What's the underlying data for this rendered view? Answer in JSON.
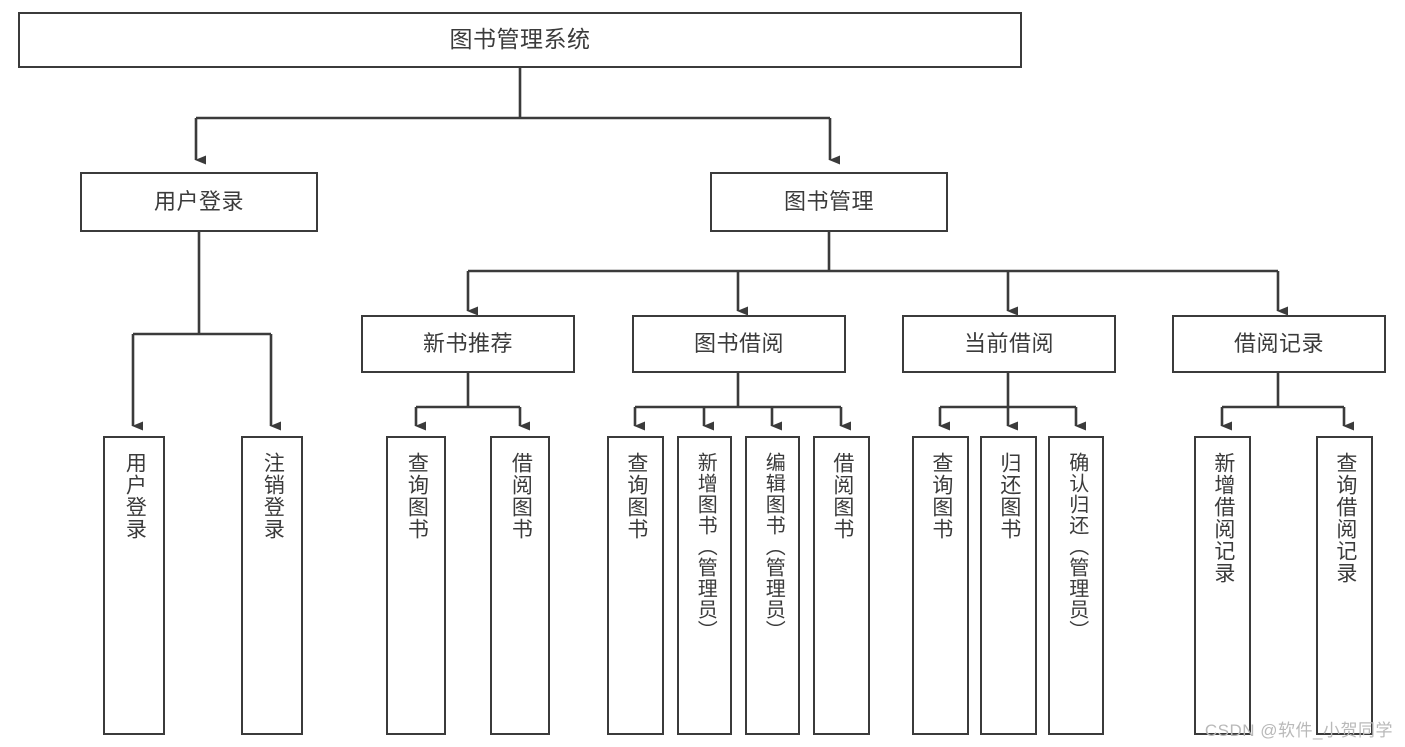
{
  "diagram": {
    "title": "图书管理系统",
    "type": "hierarchy-tree",
    "orientation": "top-down",
    "colors": {
      "stroke": "#3b3b3b",
      "fill": "#ffffff",
      "text": "#3b3b3b",
      "watermark": "#b9b9b9",
      "background": "#ffffff"
    },
    "watermark": "CSDN @软件_小贺同学"
  },
  "nodes": {
    "root": {
      "label": "图书管理系统",
      "level": 1
    },
    "level2": [
      {
        "id": "user-login",
        "label": "用户登录",
        "level": 2
      },
      {
        "id": "book-manage",
        "label": "图书管理",
        "level": 2
      }
    ],
    "level3": [
      {
        "id": "new-book-recommend",
        "label": "新书推荐",
        "level": 3,
        "parent": "book-manage"
      },
      {
        "id": "book-borrow",
        "label": "图书借阅",
        "level": 3,
        "parent": "book-manage"
      },
      {
        "id": "current-borrow",
        "label": "当前借阅",
        "level": 3,
        "parent": "book-manage"
      },
      {
        "id": "borrow-record",
        "label": "借阅记录",
        "level": 3,
        "parent": "book-manage"
      }
    ],
    "leaves": [
      {
        "id": "leaf-user-login",
        "label": "用户登录",
        "parent": "user-login"
      },
      {
        "id": "leaf-logout-login",
        "label": "注销登录",
        "parent": "user-login"
      },
      {
        "id": "leaf-query-book-1",
        "label": "查询图书",
        "parent": "new-book-recommend"
      },
      {
        "id": "leaf-borrow-book-1",
        "label": "借阅图书",
        "parent": "new-book-recommend"
      },
      {
        "id": "leaf-query-book-2",
        "label": "查询图书",
        "parent": "book-borrow"
      },
      {
        "id": "leaf-add-book",
        "label": "新增图书（管理员）",
        "parent": "book-borrow"
      },
      {
        "id": "leaf-edit-book",
        "label": "编辑图书（管理员）",
        "parent": "book-borrow"
      },
      {
        "id": "leaf-borrow-book-2",
        "label": "借阅图书",
        "parent": "book-borrow"
      },
      {
        "id": "leaf-query-book-3",
        "label": "查询图书",
        "parent": "current-borrow"
      },
      {
        "id": "leaf-return-book",
        "label": "归还图书",
        "parent": "current-borrow"
      },
      {
        "id": "leaf-confirm-return",
        "label": "确认归还（管理员）",
        "parent": "current-borrow"
      },
      {
        "id": "leaf-add-record",
        "label": "新增借阅记录",
        "parent": "borrow-record"
      },
      {
        "id": "leaf-query-record",
        "label": "查询借阅记录",
        "parent": "borrow-record"
      }
    ]
  }
}
